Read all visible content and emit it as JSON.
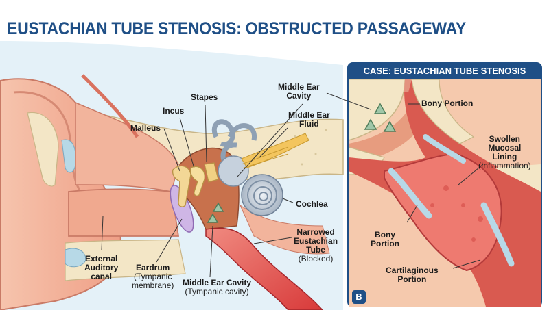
{
  "title": "EUSTACHIAN TUBE STENOSIS: OBSTRUCTED PASSAGEWAY",
  "labels": {
    "stapes": "Stapes",
    "incus": "Incus",
    "malleus": "Malleus",
    "middle_ear_cavity_top_1": "Middle Ear",
    "middle_ear_cavity_top_2": "Cavity",
    "middle_ear_fluid_1": "Middle Ear",
    "middle_ear_fluid_2": "Fluid",
    "cochlea": "Cochlea",
    "narrowed_tube_1": "Narrowed",
    "narrowed_tube_2": "Eustachian",
    "narrowed_tube_3": "Tube",
    "narrowed_tube_sub": "(Blocked)",
    "canal_1": "External",
    "canal_2": "Auditory",
    "canal_3": "canal",
    "eardrum": "Eardrum",
    "eardrum_sub_1": "(Tympanic",
    "eardrum_sub_2": "membrane)",
    "middle_ear_cavity_bottom": "Middle Ear Cavity",
    "middle_ear_cavity_bottom_sub": "(Tympanic cavity)"
  },
  "inset": {
    "header": "CASE: EUSTACHIAN TUBE STENOSIS",
    "badge": "B",
    "bony_portion_top": "Bony Portion",
    "swollen_1": "Swollen",
    "swollen_2": "Mucosal",
    "swollen_3": "Lining",
    "swollen_sub": "(Inflammation)",
    "bony_portion_left_1": "Bony",
    "bony_portion_left_2": "Portion",
    "cartilaginous_1": "Cartilaginous",
    "cartilaginous_2": "Portion"
  },
  "colors": {
    "title": "#1f4f86",
    "skin": "#f2b49c",
    "bone": "#f3e6c6",
    "mucosa": "#e8504f",
    "fluid": "#b7d9e7",
    "header": "#1f4f86"
  }
}
